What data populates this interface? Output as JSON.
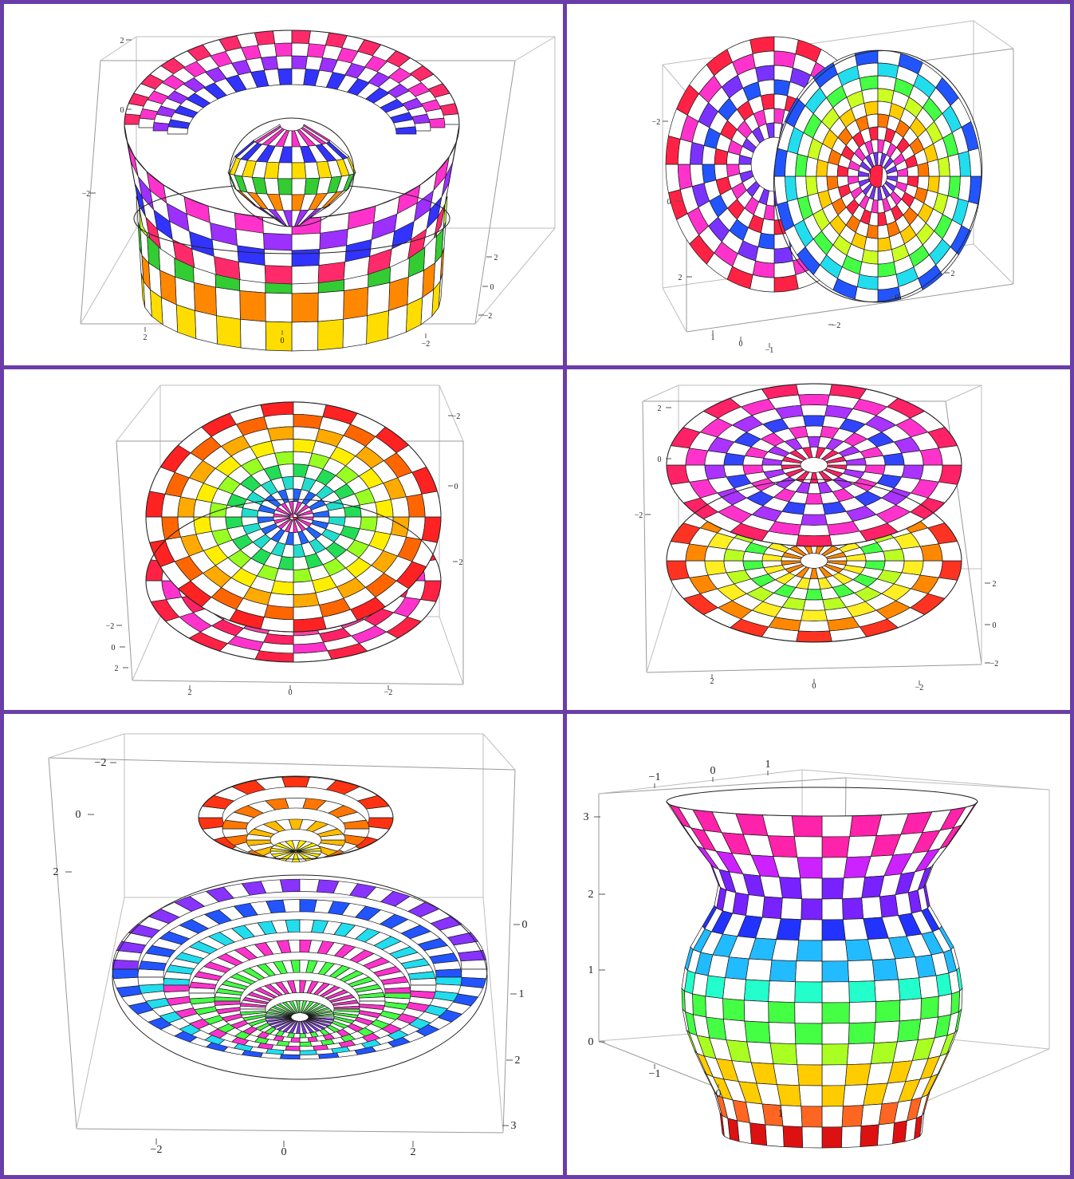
{
  "colors": {
    "border": "#6a3ea8",
    "background": "#ffffff",
    "frame": "#bdbdbd",
    "cell_stroke": "#1a1a1a"
  },
  "panels": [
    {
      "id": "panel-1",
      "shape": "ring-with-sphere",
      "palette": [
        "#ff2a6a",
        "#ff33cc",
        "#9b30ff",
        "#3333ff",
        "#33cc33",
        "#ccff33",
        "#ffdd00",
        "#ff8800"
      ],
      "ticks_left": [
        "2",
        "0",
        "−2"
      ],
      "ticks_right": [
        "2",
        "0",
        "−2"
      ],
      "ticks_bottom": [
        "2",
        "0",
        "−2"
      ]
    },
    {
      "id": "panel-2",
      "shape": "tilted-disks",
      "palette": [
        "#ff2244",
        "#ff33cc",
        "#7a33ff",
        "#2255ff",
        "#22ddee",
        "#44ff44",
        "#ccff22",
        "#ffcc00",
        "#ff7700"
      ],
      "ticks_left": [
        "−2",
        "0",
        "2"
      ],
      "ticks_right": [
        "2",
        "0",
        "−2"
      ],
      "ticks_bottom": [
        "1",
        "0",
        "−1"
      ]
    },
    {
      "id": "panel-3",
      "shape": "stacked-disks",
      "palette": [
        "#ff2222",
        "#ff6600",
        "#ffaa00",
        "#ffee00",
        "#99ff22",
        "#22dd55",
        "#22ddcc",
        "#2266ff",
        "#ff33cc"
      ],
      "ticks_left": [
        "−2",
        "0",
        "2"
      ],
      "ticks_right": [
        "−2",
        "0",
        "2"
      ],
      "ticks_bottom": [
        "2",
        "0",
        "−2"
      ]
    },
    {
      "id": "panel-4",
      "shape": "double-bowl",
      "palette": [
        "#ff2266",
        "#ff33cc",
        "#aa33ff",
        "#3344ff",
        "#ffee22",
        "#bbff22",
        "#44ff44",
        "#ff8800",
        "#ff3322"
      ],
      "ticks_left": [
        "2",
        "0",
        "−2"
      ],
      "ticks_right": [
        "2",
        "0",
        "−2"
      ],
      "ticks_bottom": [
        "2",
        "0",
        "−2"
      ]
    },
    {
      "id": "panel-5",
      "shape": "cone-over-ellipsoid",
      "palette": [
        "#ff3311",
        "#ff7700",
        "#ffbb00",
        "#ffee00",
        "#44ff44",
        "#ff33cc",
        "#22ddee",
        "#2255ff",
        "#8833ff"
      ],
      "ticks_left": [
        "−2",
        "0",
        "2"
      ],
      "ticks_right": [
        "0",
        "1",
        "2",
        "3"
      ],
      "ticks_bottom": [
        "−2",
        "0",
        "2"
      ]
    },
    {
      "id": "panel-6",
      "shape": "vase",
      "palette": [
        "#ff22aa",
        "#cc22ff",
        "#7722ff",
        "#2233ff",
        "#22bbff",
        "#22ffcc",
        "#44ff44",
        "#aaff22",
        "#ffcc00",
        "#ff6622",
        "#dd1111"
      ],
      "ticks_left": [
        "3",
        "2",
        "1",
        "0"
      ],
      "ticks_top": [
        "−1",
        "0",
        "1"
      ],
      "ticks_bottom": [
        "−1",
        "0",
        "1"
      ]
    }
  ]
}
